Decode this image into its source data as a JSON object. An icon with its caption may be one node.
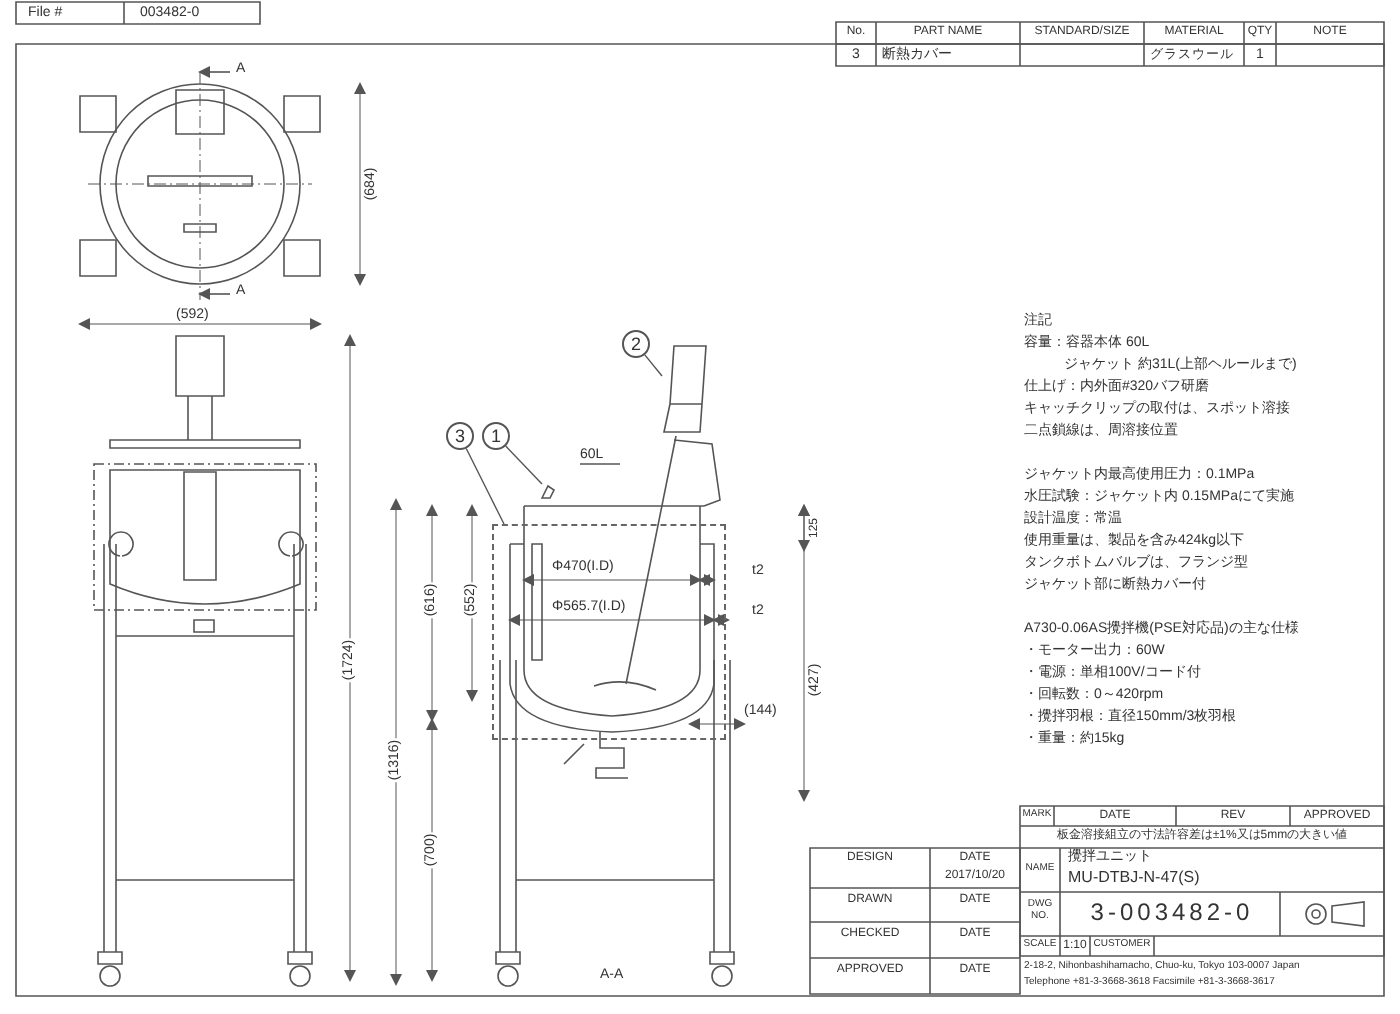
{
  "diagram": {
    "nodes": [
      {
        "text": [
          "3"
        ]
      },
      {
        "text": [
          "1"
        ]
      },
      {
        "text": [
          "2"
        ]
      },
      {
        "text": [],
        "shape": "picture"
      },
      {
        "text": [],
        "shape": "picture"
      },
      {
        "text": [],
        "shape": "picture"
      }
    ],
    "edges": [
      {
        "from": 0,
        "to": 3,
        "arrow": "none"
      },
      {
        "from": 1,
        "to": 4,
        "arrow": "none"
      },
      {
        "from": 2,
        "to": 5,
        "arrow": "none"
      }
    ],
    "labels": [
      "File #",
      "003482-0",
      "No.",
      "PART NAME",
      "STANDARD/SIZE",
      "MATERIAL",
      "QTY",
      "NOTE",
      "3",
      "断熱カバー",
      "グラスウール",
      "1",
      "A",
      "(684)",
      "A",
      "(592)",
      "60L",
      "125",
      "Φ470(I.D)",
      "t2",
      "Φ565.7(I.D)",
      "t2",
      "(616)",
      "(552)",
      "(427)",
      "(144)",
      "(1724)",
      "(1316)",
      "(700)",
      "A-A",
      "注記",
      "容量：容器本体 60L",
      "ジャケット 約31L(上部ヘルールまで)",
      "仕上げ：内外面#320バフ研磨",
      "キャッチクリップの取付は、スポット溶接",
      "二点鎖線は、周溶接位置",
      "ジャケット内最高使用圧力：0.1MPa",
      "水圧試験：ジャケット内 0.15MPaにて実施",
      "設計温度：常温",
      "使用重量は、製品を含み424kg以下",
      "タンクボトムバルブは、フランジ型",
      "ジャケット部に断熱カバー付",
      "A730-0.06AS攪拌機(PSE対応品)の主な仕様",
      "・モーター出力：60W",
      "・電源：単相100V/コード付",
      "・回転数：0～420rpm",
      "・攪拌羽根：直径150mm/3枚羽根",
      "・重量：約15kg",
      "MARK",
      "DATE",
      "REV",
      "APPROVED",
      "板金溶接組立の寸法許容差は±1%又は5mmの大きい値",
      "DESIGN",
      "DATE",
      "2017/10/20",
      "NAME",
      "攪拌ユニット",
      "MU-DTBJ-N-47(S)",
      "DRAWN",
      "DATE",
      "DWG NO.",
      "3-003482-0",
      "CHECKED",
      "DATE",
      "SCALE",
      "1:10",
      "CUSTOMER",
      "APPROVED",
      "DATE",
      "2-18-2, Nihonbashihamacho, Chuo-ku, Tokyo 103-0007 Japan",
      "Telephone +81-3-3668-3618 Facsimile +81-3-3668-3617"
    ]
  }
}
